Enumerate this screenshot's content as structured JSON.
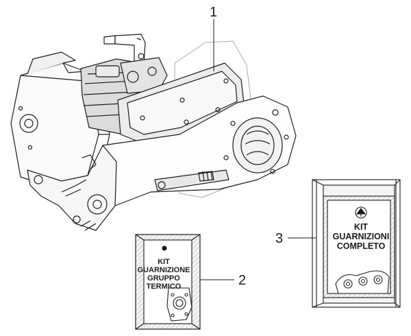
{
  "callouts": [
    {
      "number": "1"
    },
    {
      "number": "2"
    },
    {
      "number": "3"
    }
  ],
  "kit_gruppo_termico": {
    "lines": [
      "KIT",
      "GUARNIZIONE",
      "GRUPPO",
      "TERMICO"
    ]
  },
  "kit_completo": {
    "lines": [
      "KIT",
      "GUARNIZIONI",
      "COMPLETO"
    ]
  },
  "icons": {
    "brand_logo": "piaggio-logo-icon",
    "gasket": "gasket-icon"
  },
  "colors": {
    "line": "#1a1a1a",
    "box_fill": "#f4f4f4",
    "hatch": "#bdbdbd",
    "engine_shade": "#d8d8d8"
  }
}
